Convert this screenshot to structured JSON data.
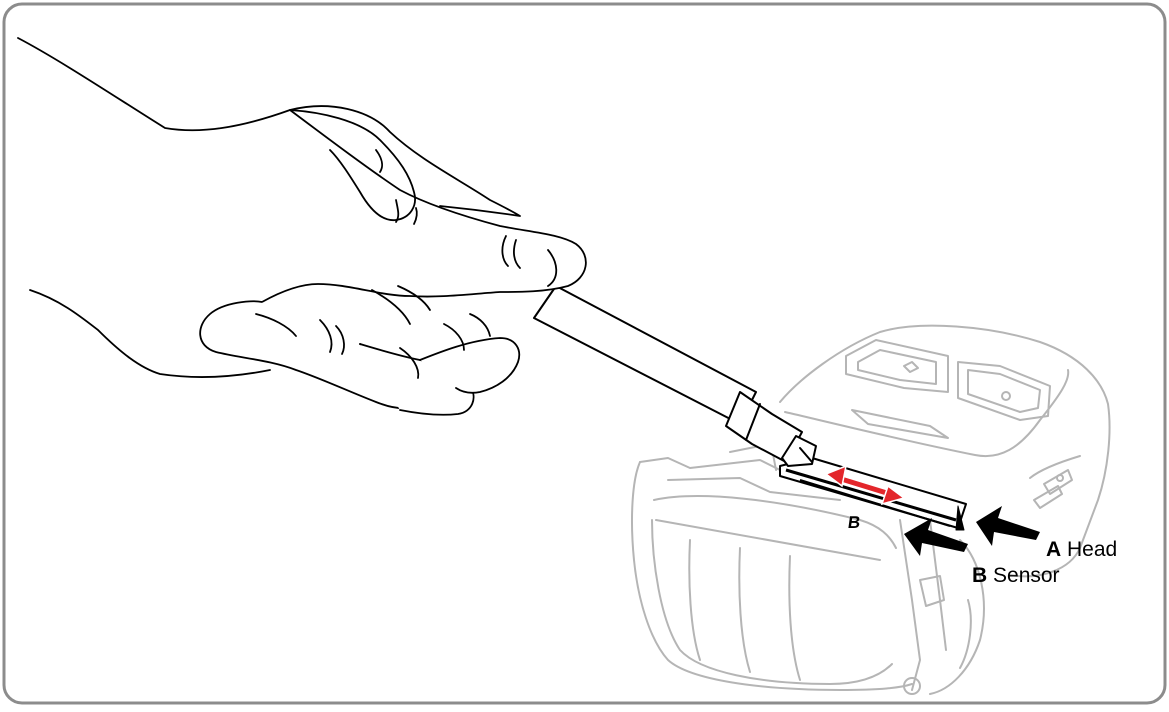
{
  "callouts": {
    "head": {
      "letter": "A",
      "text": "Head"
    },
    "sensor": {
      "letter": "B",
      "text": "Sensor"
    }
  },
  "printer_marking": "B",
  "colors": {
    "frame": "#8c8c8c",
    "outline": "#000000",
    "printer_outline": "#b5b5b5",
    "motion_arrow": "#e3262b"
  }
}
